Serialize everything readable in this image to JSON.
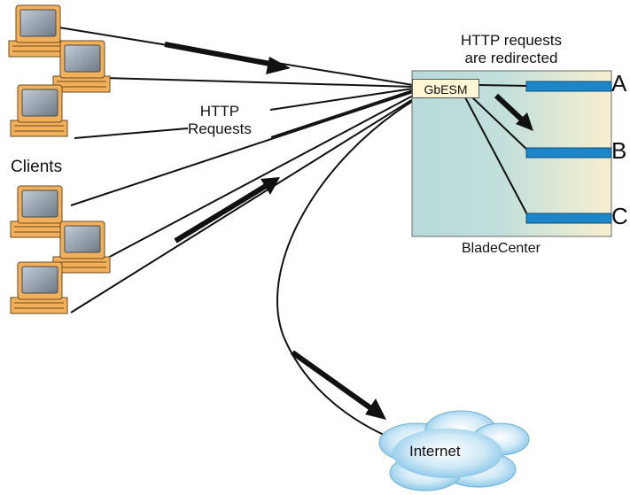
{
  "clients_label": "Clients",
  "http_requests_label": [
    "HTTP",
    "Requests"
  ],
  "redirect_label": [
    "HTTP requests",
    "are redirected"
  ],
  "switch_label": "GbESM",
  "chassis_label": "BladeCenter",
  "blades": [
    "A",
    "B",
    "C"
  ],
  "internet_label": "Internet",
  "colors": {
    "monitor_body": "#f3b05b",
    "screen": "#9aa6b3",
    "chassis_fill": "#cfe3e0",
    "switch_fill": "#fdf7d6",
    "blade_bar": "#1c86c9",
    "cloud": "#a6d6ee"
  },
  "icons": [
    "client-computer-icon",
    "cloud-icon",
    "arrow-icon"
  ]
}
